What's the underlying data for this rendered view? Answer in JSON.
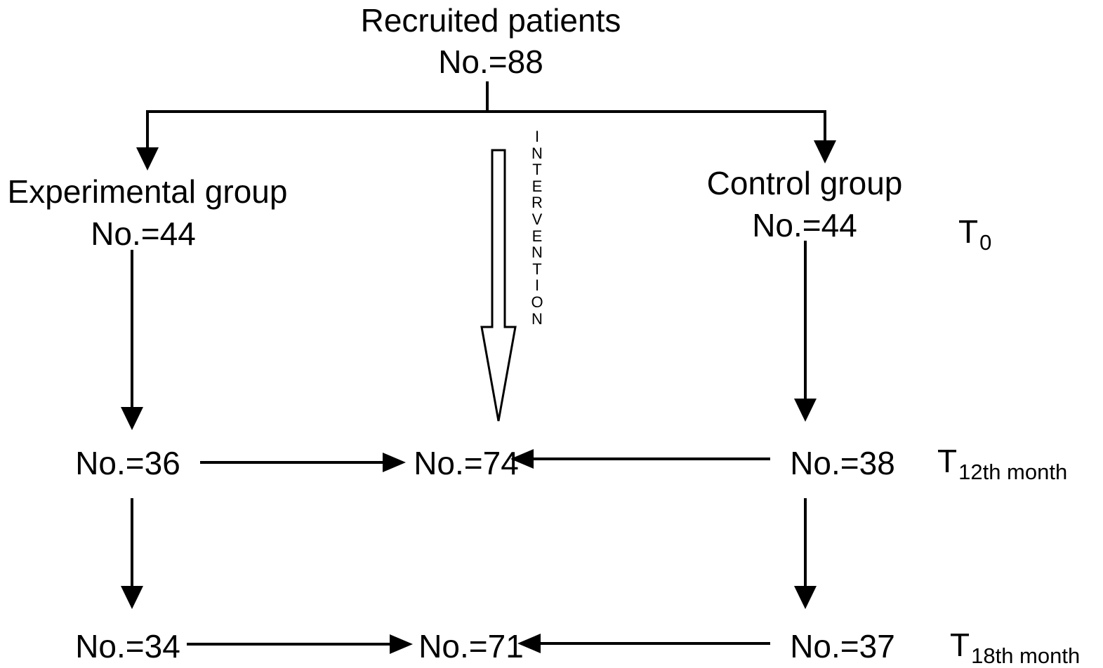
{
  "recruited": {
    "title": "Recruited patients",
    "count": "No.=88"
  },
  "experimental": {
    "title": "Experimental group",
    "t0": "No.=44",
    "t12": "No.=36",
    "t18": "No.=34"
  },
  "control": {
    "title": "Control group",
    "t0": "No.=44",
    "t12": "No.=38",
    "t18": "No.=37"
  },
  "combined": {
    "t12": "No.=74",
    "t18": "No.=71"
  },
  "intervention": {
    "label": "INTERVENTION"
  },
  "timepoints": {
    "t0": {
      "main": "T",
      "sub": "0"
    },
    "t12": {
      "main": "T",
      "sub": "12th month"
    },
    "t18": {
      "main": "T",
      "sub": "18th month"
    }
  }
}
